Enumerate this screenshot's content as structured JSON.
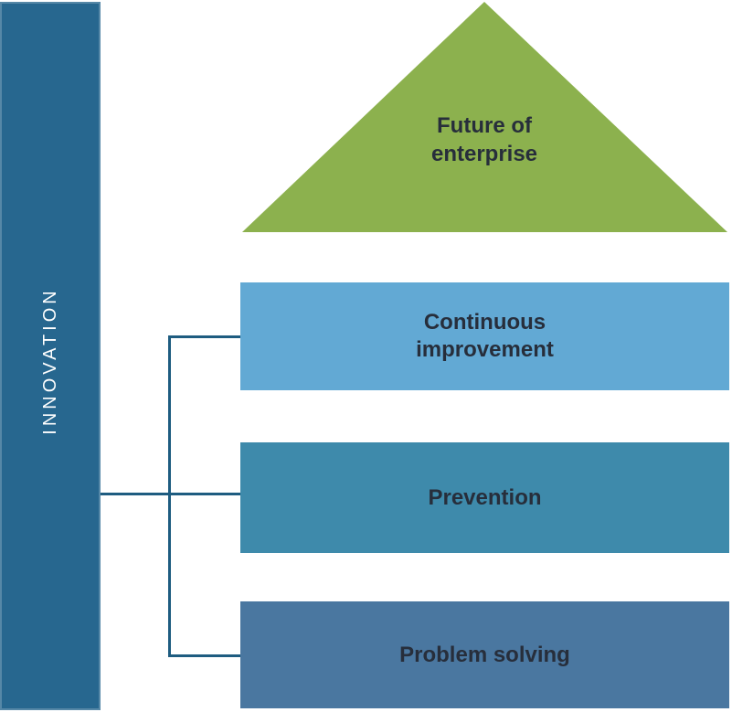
{
  "diagram": {
    "side_label": "INNOVATION",
    "apex": {
      "label": "Future of enterprise"
    },
    "levels": [
      {
        "label": "Continuous improvement"
      },
      {
        "label": "Prevention"
      },
      {
        "label": "Problem solving"
      }
    ],
    "colors": {
      "sidebar": "#27678F",
      "triangle": "#8CB14E",
      "level_1": "#62A9D4",
      "level_2": "#3E8AAB",
      "level_3": "#4A77A0",
      "connector": "#1E5C80",
      "label_dark": "#272E3B",
      "label_light": "#FFFFFF"
    }
  }
}
